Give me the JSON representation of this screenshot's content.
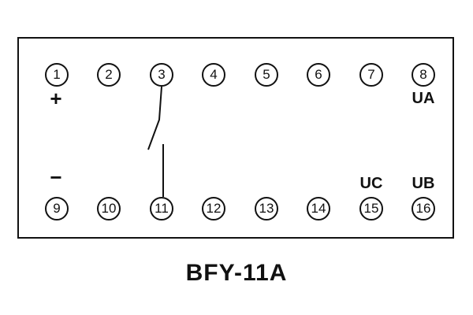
{
  "title": "BFY-11A",
  "terminals": {
    "top": [
      "1",
      "2",
      "3",
      "4",
      "5",
      "6",
      "7",
      "8"
    ],
    "bottom": [
      "9",
      "10",
      "11",
      "12",
      "13",
      "14",
      "15",
      "16"
    ]
  },
  "labels": {
    "plus": "+",
    "minus": "−",
    "ua": "UA",
    "ub": "UB",
    "uc": "UC"
  },
  "colors": {
    "line": "#111111",
    "background": "#ffffff"
  }
}
